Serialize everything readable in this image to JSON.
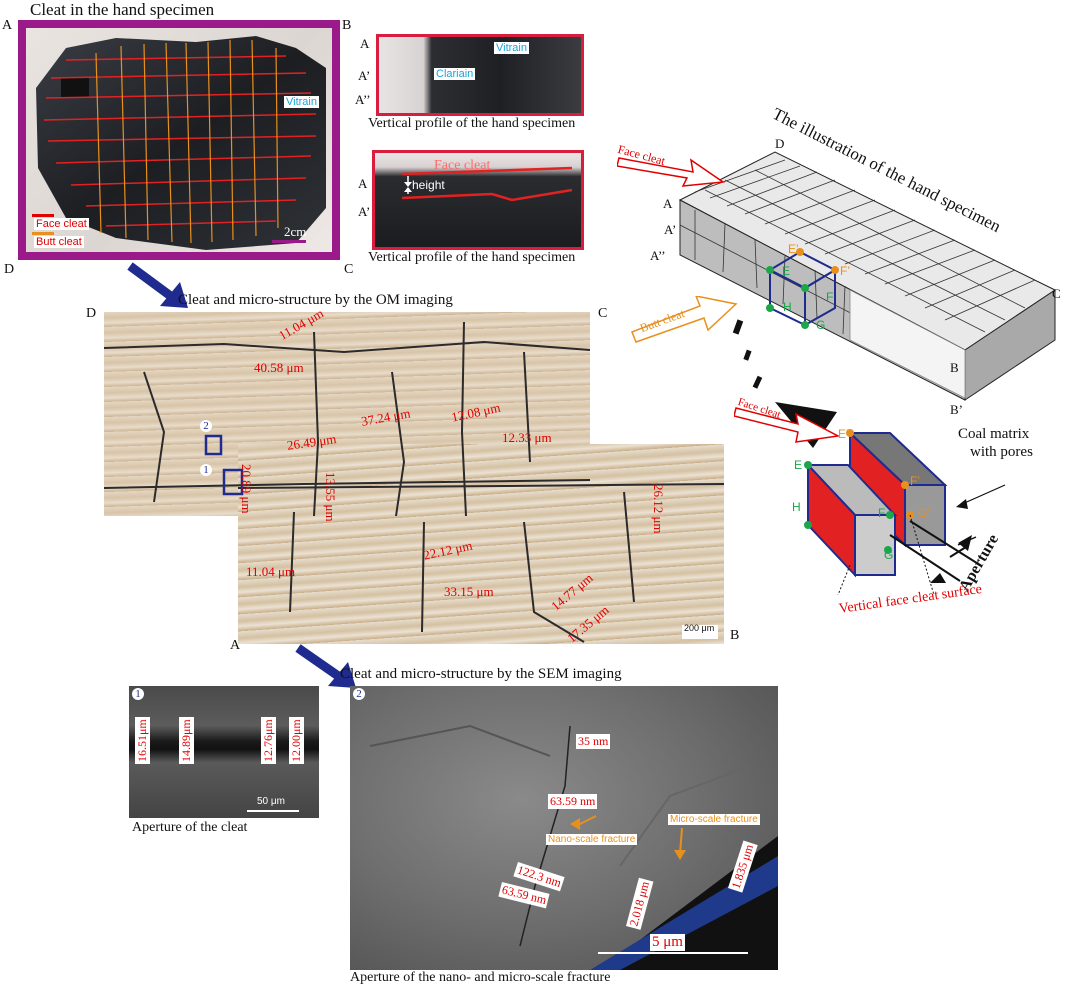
{
  "panel_a": {
    "title": "Cleat in the hand specimen",
    "letters": {
      "a": "A",
      "b": "B",
      "c": "C",
      "d": "D"
    },
    "vitrain": "Vitrain",
    "legend_face": "Face cleat",
    "legend_butt": "Butt cleat",
    "scale": "2cm"
  },
  "panel_b": {
    "labels": [
      "A",
      "A’",
      "A’’"
    ],
    "vitrain": "Vitrain",
    "clariain": "Clariain",
    "caption": "Vertical profile of the hand specimen"
  },
  "panel_c": {
    "labels": [
      "A",
      "A’"
    ],
    "face_cleat": "Face cleat",
    "height": "height",
    "caption": "Vertical profile of the hand specimen"
  },
  "illustration": {
    "title": "The illustration of the hand specimen",
    "face_cleat_arrow": "Face cleat",
    "butt_cleat_arrow": "Butt cleat",
    "corner_labels": {
      "d": "D",
      "a": "A",
      "a1": "A’",
      "a2": "A’’",
      "c": "C",
      "b1": "B",
      "b2": "B’"
    },
    "points": {
      "e1": "E’",
      "e": "E",
      "f1": "F’",
      "h": "H",
      "f": "F",
      "g": "G"
    }
  },
  "block_detail": {
    "face_cleat_arrow": "Face cleat",
    "points": {
      "e1": "E’",
      "e": "E",
      "f1": "F’",
      "g1": "G’",
      "h": "H",
      "f": "F",
      "g": "G"
    },
    "coal_matrix": "Coal matrix",
    "with_pores": "with pores",
    "aperture": "Aperture",
    "vertical_surface": "Vertical face cleat surface"
  },
  "om_panel": {
    "title": "Cleat  and micro-structure by the OM imaging",
    "letters": {
      "d": "D",
      "c": "C",
      "a": "A",
      "b": "B"
    },
    "measurements": [
      "11.04 μm",
      "40.58 μm",
      "37.24 μm",
      "12.08 μm",
      "26.49 μm",
      "12.33 μm",
      "20.89 μm",
      "13.55 μm",
      "26.12 μm",
      "11.04 μm",
      "22.12 μm",
      "33.15 μm",
      "14.77 μm",
      "17.35 μm"
    ],
    "markers": [
      "1",
      "2"
    ],
    "scale": "200 μm"
  },
  "sem_panel": {
    "title": "Cleat  and micro-structure by the SEM imaging",
    "panel1_marker": "1",
    "panel1_measurements": [
      "16.51μm",
      "14.89μm",
      "12.76μm",
      "12.00μm"
    ],
    "panel1_scale": "50 μm",
    "panel1_caption": "Aperture of the cleat",
    "panel2_marker": "2",
    "panel2_measurements": [
      "35 nm",
      "63.59 nm",
      "122.3 nm",
      "63.59 nm",
      "2.018 μm",
      "1.835 μm"
    ],
    "nano_label": "Nano-scale fracture",
    "micro_label": "Micro-scale fracture",
    "panel2_scale": "5 μm",
    "panel2_caption": "Aperture of the nano- and micro-scale fracture"
  },
  "colors": {
    "frame_purple": "#9b1a8a",
    "frame_red": "#d81d3f",
    "accent_red": "#e00000",
    "butt_orange": "#e8901e",
    "arrow_blue": "#1f2b8e",
    "vitrain_cyan": "#1aa5d8"
  }
}
